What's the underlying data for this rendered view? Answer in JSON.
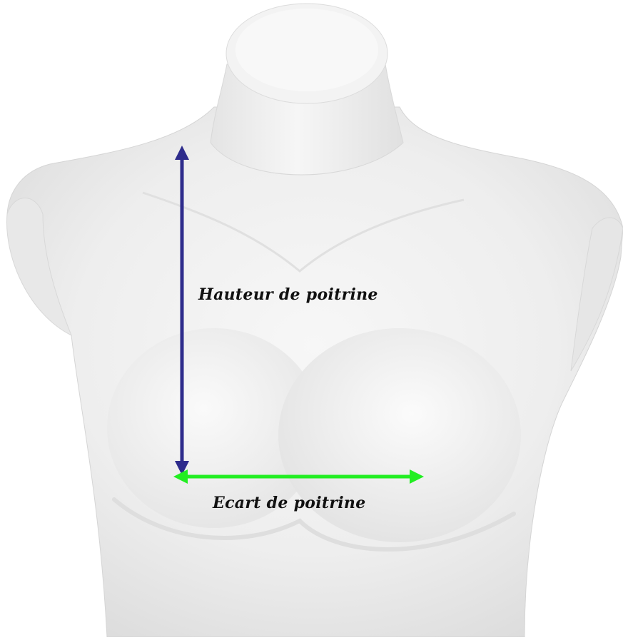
{
  "scene": {
    "subject": "white-mannequin-bust",
    "background_color": "#ffffff",
    "mannequin_color": "#efefef"
  },
  "measurements": {
    "height": {
      "label": "Hauteur de poitrine",
      "arrow_color": "#2e2c8c"
    },
    "gap": {
      "label": "Ecart de poitrine",
      "arrow_color": "#22ee22"
    }
  }
}
